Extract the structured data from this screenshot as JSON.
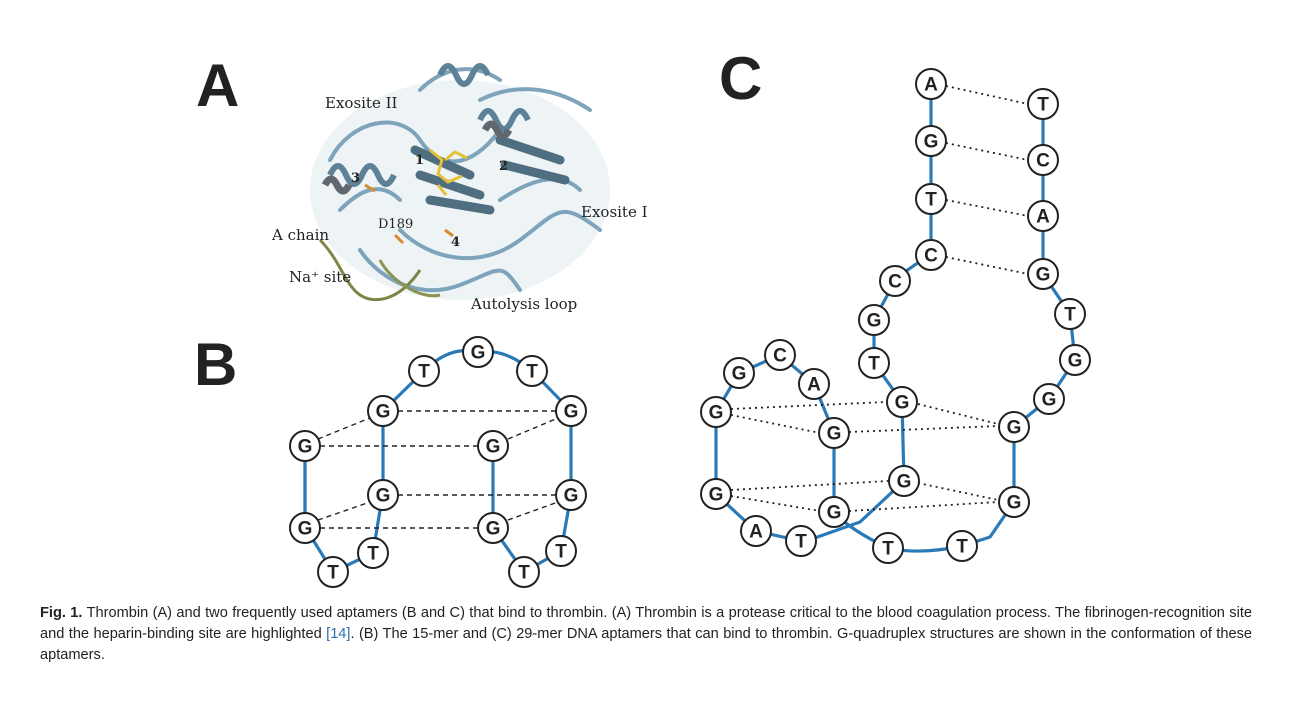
{
  "panels": {
    "a": "A",
    "b": "B",
    "c": "C"
  },
  "panel_a": {
    "labels": {
      "exosite2": "Exosite II",
      "exosite1": "Exosite I",
      "a_chain": "A chain",
      "na_site": "Na⁺ site",
      "autolysis": "Autolysis loop",
      "d189": "D189",
      "n1": "1",
      "n2": "2",
      "n3": "3",
      "n4": "4"
    }
  },
  "panel_b": {
    "nucleotides": [
      "T",
      "G",
      "T",
      "G",
      "G",
      "G",
      "G",
      "G",
      "G",
      "G",
      "G",
      "T",
      "T",
      "T",
      "T"
    ]
  },
  "panel_c": {
    "nucleotides": [
      "A",
      "G",
      "T",
      "C",
      "T",
      "C",
      "A",
      "G",
      "C",
      "G",
      "T",
      "T",
      "G",
      "G",
      "C",
      "A",
      "G",
      "G",
      "G",
      "G",
      "G",
      "G",
      "A",
      "T",
      "T",
      "T",
      "G",
      "G",
      "G"
    ]
  },
  "caption": {
    "label": "Fig.  1.",
    "text1": " Thrombin (A) and two frequently used aptamers (B and C) that bind to thrombin. (A) Thrombin is a protease critical to the blood coagulation process. The fibrinogen-recognition site and the heparin-binding site are highlighted ",
    "ref": "[14]",
    "text2": ". (B) The 15-mer and (C) 29-mer DNA aptamers that can bind to thrombin. G-quadruplex structures are shown in the conformation of these aptamers."
  }
}
